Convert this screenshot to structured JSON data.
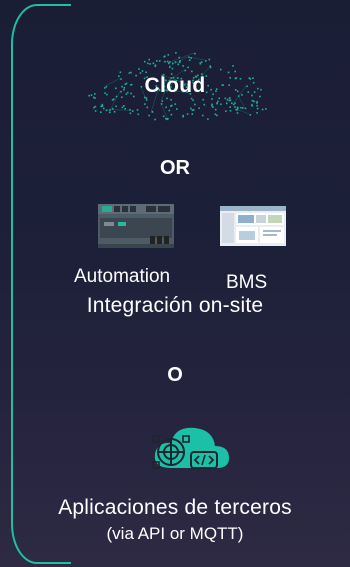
{
  "diagram": {
    "cloud_label": "Cloud",
    "or_label": "OR",
    "automation_label": "Automation",
    "bms_label": "BMS",
    "onsite_label": "Integración on-site",
    "o_label": "O",
    "apps_label": "Aplicaciones de terceros",
    "api_label": "(via API or MQTT)"
  },
  "icons": {
    "cloud": "network-cloud-icon",
    "automation": "automation-controller-image",
    "bms": "bms-software-screenshot",
    "apps": "cloud-api-integration-icon"
  },
  "colors": {
    "background": "#1c1f38",
    "accent": "#1fbfa6",
    "text": "#ffffff"
  }
}
